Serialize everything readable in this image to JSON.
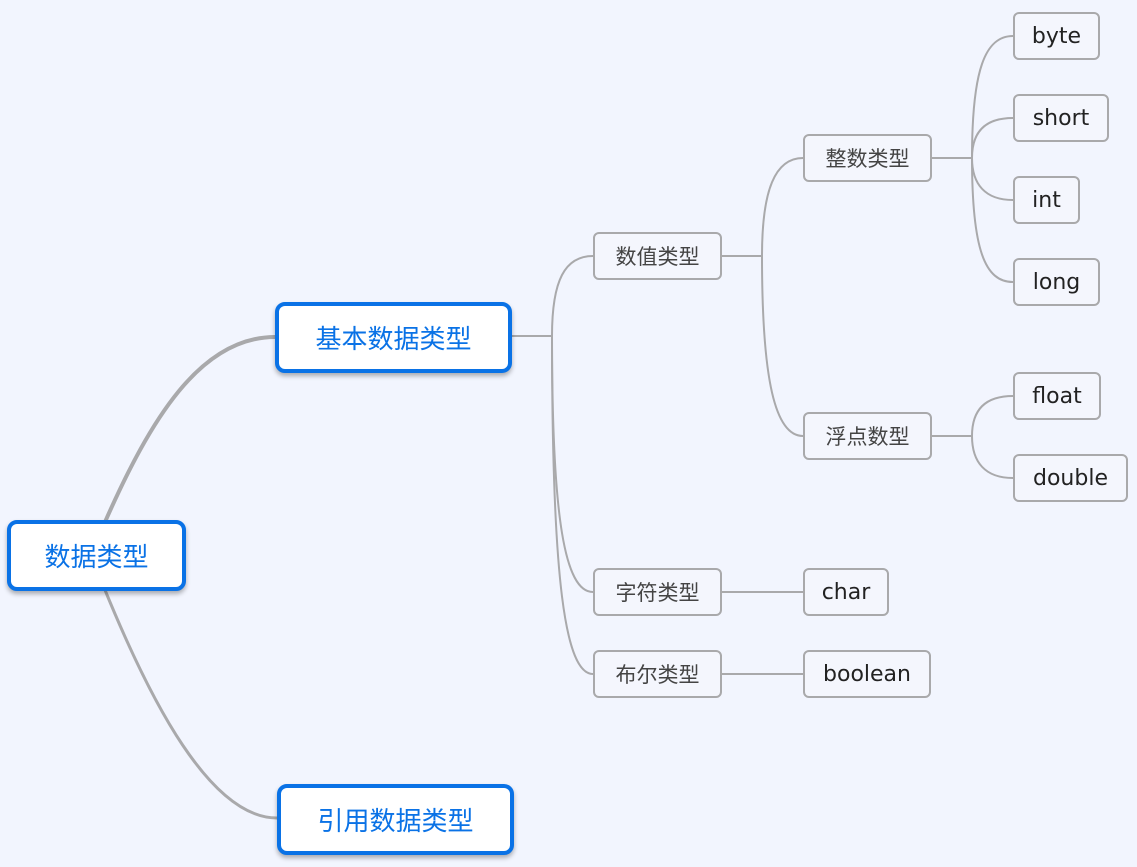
{
  "root": {
    "label": "数据类型"
  },
  "branches": {
    "basic": {
      "label": "基本数据类型"
    },
    "reference": {
      "label": "引用数据类型"
    }
  },
  "numeric": {
    "label": "数值类型"
  },
  "character": {
    "label": "字符类型"
  },
  "boolean_group": {
    "label": "布尔类型"
  },
  "integer": {
    "label": "整数类型"
  },
  "floating": {
    "label": "浮点数型"
  },
  "leaves": {
    "byte": "byte",
    "short": "short",
    "int": "int",
    "long": "long",
    "float": "float",
    "double": "double",
    "char": "char",
    "boolean": "boolean"
  },
  "colors": {
    "accent": "#0a72e6",
    "line": "#a9a9ab",
    "background": "#f2f5fe"
  }
}
